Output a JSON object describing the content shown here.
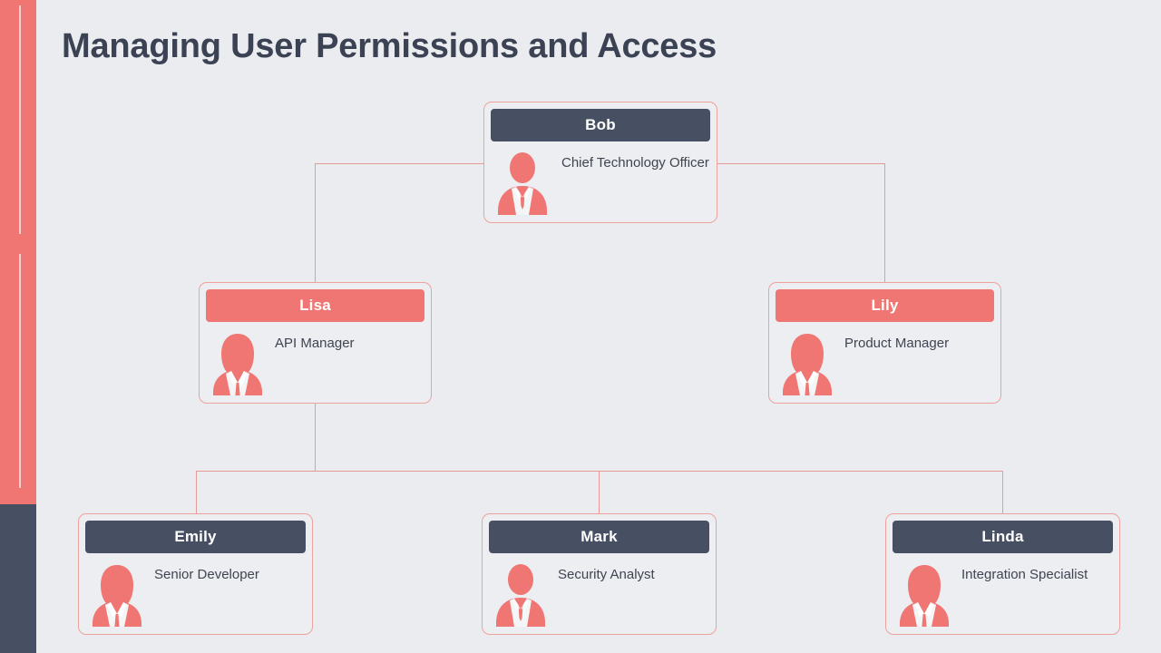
{
  "page": {
    "title": "Managing User Permissions and Access",
    "background_color": "#ebecf0",
    "title_color": "#3a4253"
  },
  "accent_bar": {
    "top_color": "#ef7672",
    "bottom_color": "#474f63",
    "hairline_color": "#f6e3de"
  },
  "theme": {
    "salmon": "#ef7672",
    "navy": "#474f63",
    "card_border": "#efa19c",
    "card_fill": "#eceef1",
    "connector": "#e79a96",
    "role_text": "#3f4450",
    "header_text": "#ffffff"
  },
  "org_chart": {
    "type": "organization-chart",
    "levels": 3,
    "nodes": [
      {
        "id": "bob",
        "name": "Bob",
        "role": "Chief Technology Officer",
        "header_style": "dark",
        "avatar": "male-avatar-icon",
        "level": 1,
        "reports_to": null
      },
      {
        "id": "lisa",
        "name": "Lisa",
        "role": "API Manager",
        "header_style": "salmon",
        "avatar": "female-avatar-icon",
        "level": 2,
        "reports_to": "bob"
      },
      {
        "id": "lily",
        "name": "Lily",
        "role": "Product Manager",
        "header_style": "salmon",
        "avatar": "female-avatar-icon",
        "level": 2,
        "reports_to": "bob"
      },
      {
        "id": "emily",
        "name": "Emily",
        "role": "Senior Developer",
        "header_style": "dark",
        "avatar": "female-avatar-icon",
        "level": 3,
        "reports_to": "lisa"
      },
      {
        "id": "mark",
        "name": "Mark",
        "role": "Security Analyst",
        "header_style": "dark",
        "avatar": "male-avatar-icon",
        "level": 3,
        "reports_to": "lisa"
      },
      {
        "id": "linda",
        "name": "Linda",
        "role": "Integration Specialist",
        "header_style": "dark",
        "avatar": "female-avatar-icon",
        "level": 3,
        "reports_to": "lisa"
      }
    ]
  }
}
